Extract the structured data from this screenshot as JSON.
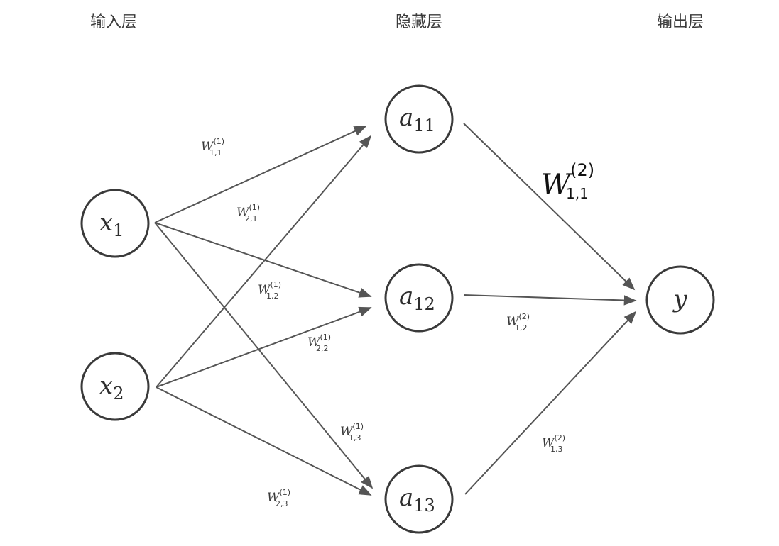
{
  "layers": {
    "input": "输入层",
    "hidden": "隐藏层",
    "output": "输出层"
  },
  "nodes": {
    "x1": {
      "main": "x",
      "sub": "1"
    },
    "x2": {
      "main": "x",
      "sub": "2"
    },
    "a11": {
      "main": "a",
      "sub": "11"
    },
    "a12": {
      "main": "a",
      "sub": "12"
    },
    "a13": {
      "main": "a",
      "sub": "13"
    },
    "y": {
      "main": "y",
      "sub": ""
    }
  },
  "weights": {
    "w1_11": {
      "main": "W",
      "sup": "(1)",
      "sub": "1,1"
    },
    "w1_21": {
      "main": "W",
      "sup": "(1)",
      "sub": "2,1"
    },
    "w1_12": {
      "main": "W",
      "sup": "(1)",
      "sub": "1,2"
    },
    "w1_22": {
      "main": "W",
      "sup": "(1)",
      "sub": "2,2"
    },
    "w1_13": {
      "main": "W",
      "sup": "(1)",
      "sub": "1,3"
    },
    "w1_23": {
      "main": "W",
      "sup": "(1)",
      "sub": "2,3"
    },
    "w2_11": {
      "main": "W",
      "sup": "(2)",
      "sub": "1,1"
    },
    "w2_12": {
      "main": "W",
      "sup": "(2)",
      "sub": "1,2"
    },
    "w2_13": {
      "main": "W",
      "sup": "(2)",
      "sub": "1,3"
    }
  }
}
